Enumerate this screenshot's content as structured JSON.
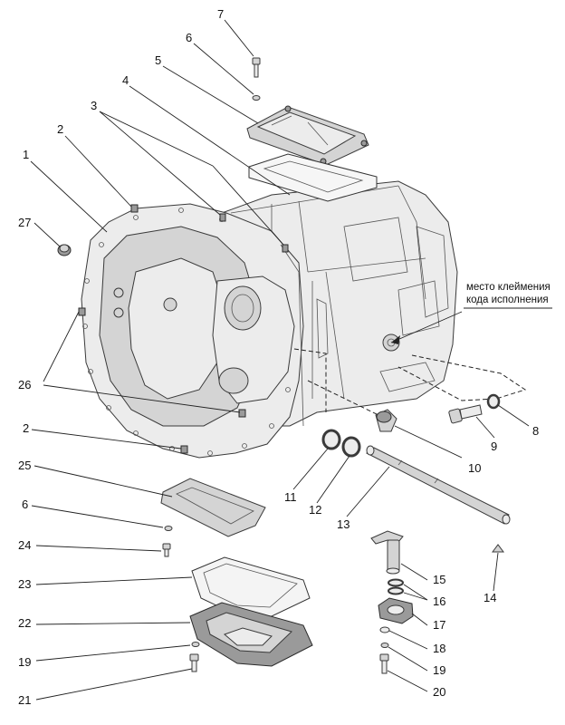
{
  "labels": [
    {
      "id": "1",
      "text": "1"
    },
    {
      "id": "2a",
      "text": "2"
    },
    {
      "id": "2b",
      "text": "2"
    },
    {
      "id": "3",
      "text": "3"
    },
    {
      "id": "4",
      "text": "4"
    },
    {
      "id": "5",
      "text": "5"
    },
    {
      "id": "6a",
      "text": "6"
    },
    {
      "id": "6b",
      "text": "6"
    },
    {
      "id": "7",
      "text": "7"
    },
    {
      "id": "8",
      "text": "8"
    },
    {
      "id": "9",
      "text": "9"
    },
    {
      "id": "10",
      "text": "10"
    },
    {
      "id": "11",
      "text": "11"
    },
    {
      "id": "12",
      "text": "12"
    },
    {
      "id": "13",
      "text": "13"
    },
    {
      "id": "14",
      "text": "14"
    },
    {
      "id": "15",
      "text": "15"
    },
    {
      "id": "16",
      "text": "16"
    },
    {
      "id": "17",
      "text": "17"
    },
    {
      "id": "18",
      "text": "18"
    },
    {
      "id": "19a",
      "text": "19"
    },
    {
      "id": "19b",
      "text": "19"
    },
    {
      "id": "20",
      "text": "20"
    },
    {
      "id": "21",
      "text": "21"
    },
    {
      "id": "22",
      "text": "22"
    },
    {
      "id": "23",
      "text": "23"
    },
    {
      "id": "24",
      "text": "24"
    },
    {
      "id": "25",
      "text": "25"
    },
    {
      "id": "26",
      "text": "26"
    },
    {
      "id": "27",
      "text": "27"
    }
  ],
  "annotation": {
    "line1": "место клеймения",
    "line2": "кода исполнения"
  }
}
